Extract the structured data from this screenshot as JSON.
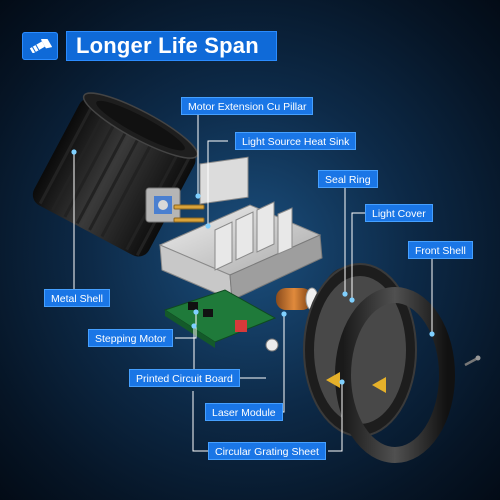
{
  "header": {
    "title": "Longer Life Span",
    "icon": "flashlight-icon"
  },
  "callouts": {
    "motor_extension_cu_pillar": "Motor Extension Cu Pillar",
    "light_source_heat_sink": "Light Source Heat Sink",
    "seal_ring": "Seal Ring",
    "light_cover": "Light Cover",
    "front_shell": "Front Shell",
    "metal_shell": "Metal Shell",
    "stepping_motor": "Stepping Motor",
    "printed_circuit_board": "Printed Circuit Board",
    "laser_module": "Laser Module",
    "circular_grating_sheet": "Circular Grating Sheet"
  },
  "colors": {
    "accent": "#1a76e6",
    "background": "#0d2a48",
    "leader": "#ffffff"
  }
}
